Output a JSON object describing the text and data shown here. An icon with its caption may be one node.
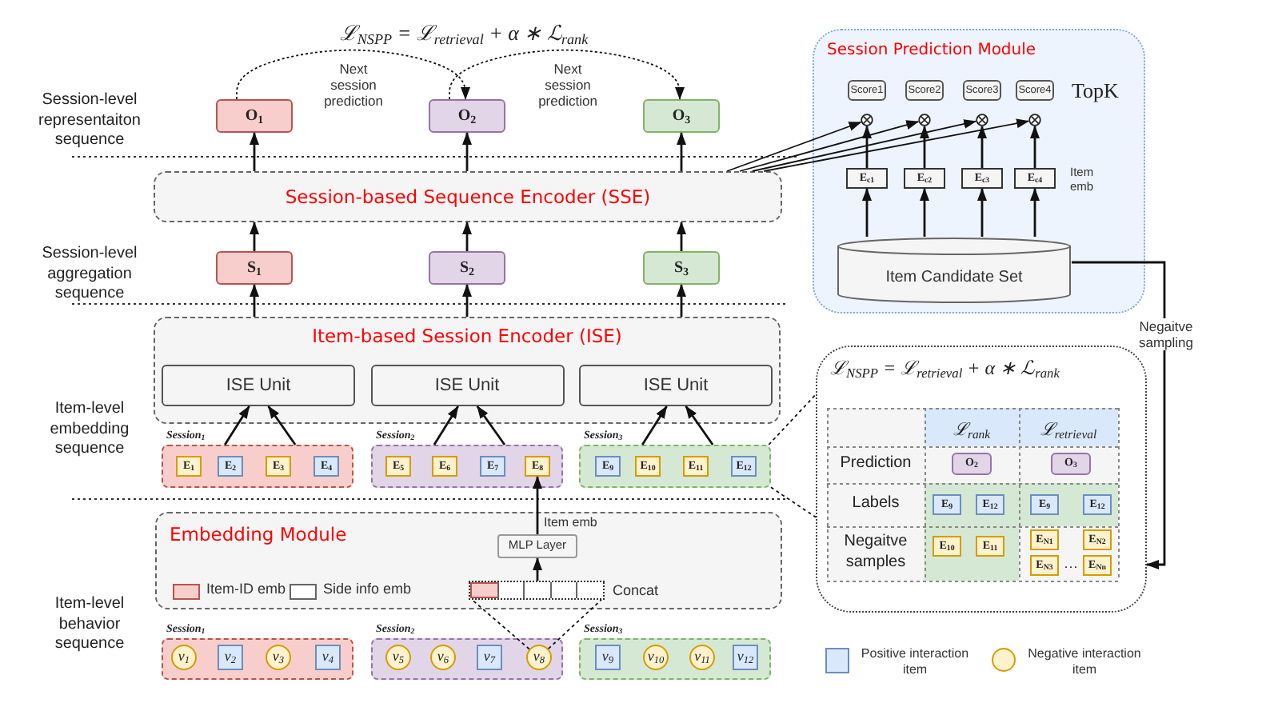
{
  "diagram": {
    "nodes": [
      {
        "text": [
          "O$_{1}$"
        ]
      },
      {
        "text": [
          "O$_{2}$"
        ]
      },
      {
        "text": [
          "O$_{3}$"
        ]
      },
      {
        "text": [
          "Session-based Sequence Encoder (SSE)"
        ]
      },
      {
        "text": [
          "S$_{1}$"
        ]
      },
      {
        "text": [
          "S$_{2}$"
        ]
      },
      {
        "text": [
          "S$_{3}$"
        ]
      },
      {
        "text": [
          "Item-based Session Encoder (ISE)"
        ]
      },
      {
        "text": [
          "ISE Unit"
        ],
        "in": 7
      },
      {
        "text": [
          "ISE Unit"
        ],
        "in": 7
      },
      {
        "text": [
          "ISE Unit"
        ],
        "in": 7
      },
      {
        "text": [
          "Session$_{1}$"
        ]
      },
      {
        "text": [
          "E$_{1}$"
        ],
        "in": 11
      },
      {
        "text": [
          "E$_{2}$"
        ],
        "in": 11
      },
      {
        "text": [
          "E$_{3}$"
        ],
        "in": 11
      },
      {
        "text": [
          "E$_{4}$"
        ],
        "in": 11
      },
      {
        "text": [
          "Session$_{2}$"
        ]
      },
      {
        "text": [
          "E$_{5}$"
        ],
        "in": 16
      },
      {
        "text": [
          "E$_{6}$"
        ],
        "in": 16
      },
      {
        "text": [
          "E$_{7}$"
        ],
        "in": 16
      },
      {
        "text": [
          "E$_{8}$"
        ],
        "in": 16
      },
      {
        "text": [
          "Session$_{3}$"
        ]
      },
      {
        "text": [
          "E$_{9}$"
        ],
        "in": 21
      },
      {
        "text": [
          "E$_{10}$"
        ],
        "in": 21
      },
      {
        "text": [
          "E$_{11}$"
        ],
        "in": 21
      },
      {
        "text": [
          "E$_{12}$"
        ],
        "in": 21
      },
      {
        "text": [
          "Embedding Module"
        ]
      },
      {
        "text": [
          "MLP Layer"
        ],
        "in": 26
      },
      {
        "text": [],
        "shape": "bar",
        "beside": [
          "Concat"
        ],
        "in": 26
      },
      {
        "text": [
          "Session$_{1}$"
        ]
      },
      {
        "text": [
          "v$_{1}$"
        ],
        "in": 29
      },
      {
        "text": [
          "v$_{2}$"
        ],
        "in": 29
      },
      {
        "text": [
          "v$_{3}$"
        ],
        "in": 29
      },
      {
        "text": [
          "v$_{4}$"
        ],
        "in": 29
      },
      {
        "text": [
          "Session$_{2}$"
        ]
      },
      {
        "text": [
          "v$_{5}$"
        ],
        "in": 34
      },
      {
        "text": [
          "v$_{6}$"
        ],
        "in": 34
      },
      {
        "text": [
          "v$_{7}$"
        ],
        "in": 34
      },
      {
        "text": [
          "v$_{8}$"
        ],
        "in": 34
      },
      {
        "text": [
          "Session$_{3}$"
        ]
      },
      {
        "text": [
          "v$_{9}$"
        ],
        "in": 39
      },
      {
        "text": [
          "v$_{10}$"
        ],
        "in": 39
      },
      {
        "text": [
          "v$_{11}$"
        ],
        "in": 39
      },
      {
        "text": [
          "v$_{12}$"
        ],
        "in": 39
      },
      {
        "text": [
          "Session Prediction Module"
        ]
      },
      {
        "text": [
          "Score1"
        ],
        "in": 44
      },
      {
        "text": [
          "Score2"
        ],
        "in": 44
      },
      {
        "text": [
          "Score3"
        ],
        "in": 44
      },
      {
        "text": [
          "Score4"
        ],
        "in": 44
      },
      {
        "text": [],
        "shape": "circle",
        "in": 44
      },
      {
        "text": [],
        "shape": "circle",
        "in": 44
      },
      {
        "text": [],
        "shape": "circle",
        "in": 44
      },
      {
        "text": [],
        "shape": "circle",
        "in": 44
      },
      {
        "text": [
          "E$_{c1}$"
        ],
        "in": 44
      },
      {
        "text": [
          "E$_{c2}$"
        ],
        "in": 44
      },
      {
        "text": [
          "E$_{c3}$"
        ],
        "in": 44
      },
      {
        "text": [
          "E$_{c4}$"
        ],
        "in": 44
      },
      {
        "text": [
          "Item Candidate Set"
        ],
        "in": 44
      },
      {
        "text": [
          "ℒ$_{NSPP}$ = ℒ$_{retrieval}$ + α ∗ ℒ$_{rank}$"
        ]
      },
      {
        "text": [
          "O$_{2}$"
        ],
        "in": 58
      },
      {
        "text": [
          "O$_{3}$"
        ],
        "in": 58
      },
      {
        "text": [
          "E$_{9}$"
        ],
        "in": 58
      },
      {
        "text": [
          "E$_{12}$"
        ],
        "in": 58
      },
      {
        "text": [
          "E$_{9}$"
        ],
        "in": 58
      },
      {
        "text": [
          "E$_{12}$"
        ],
        "in": 58
      },
      {
        "text": [
          "E$_{10}$"
        ],
        "in": 58
      },
      {
        "text": [
          "E$_{11}$"
        ],
        "in": 58
      },
      {
        "text": [
          "E$_{N1}$"
        ],
        "in": 58
      },
      {
        "text": [
          "E$_{N2}$"
        ],
        "in": 58
      },
      {
        "text": [
          "E$_{N3}$"
        ],
        "in": 58
      },
      {
        "text": [
          "E$_{Nn}$"
        ],
        "in": 58
      }
    ],
    "edges": [
      {
        "from": 0,
        "to": 1,
        "arrow": "to",
        "style": "dashed",
        "label": "Next session prediction"
      },
      {
        "from": 1,
        "to": 2,
        "arrow": "to",
        "style": "dashed",
        "label": "Next session prediction"
      },
      {
        "from": 3,
        "to": 0,
        "arrow": "to"
      },
      {
        "from": 3,
        "to": 1,
        "arrow": "to"
      },
      {
        "from": 3,
        "to": 2,
        "arrow": "to"
      },
      {
        "from": 4,
        "to": 3,
        "arrow": "to"
      },
      {
        "from": 5,
        "to": 3,
        "arrow": "to"
      },
      {
        "from": 6,
        "to": 3,
        "arrow": "to"
      },
      {
        "from": 7,
        "to": 4,
        "arrow": "to"
      },
      {
        "from": 7,
        "to": 5,
        "arrow": "to"
      },
      {
        "from": 7,
        "to": 6,
        "arrow": "to"
      },
      {
        "from": 11,
        "to": 8,
        "arrow": "to"
      },
      {
        "from": 11,
        "to": 8,
        "arrow": "to"
      },
      {
        "from": 16,
        "to": 9,
        "arrow": "to"
      },
      {
        "from": 16,
        "to": 9,
        "arrow": "to"
      },
      {
        "from": 21,
        "to": 10,
        "arrow": "to"
      },
      {
        "from": 21,
        "to": 10,
        "arrow": "to"
      },
      {
        "from": 27,
        "to": 20,
        "arrow": "to",
        "label": "Item emb"
      },
      {
        "from": 28,
        "to": 27,
        "arrow": "to"
      },
      {
        "from": 38,
        "to": 28,
        "arrow": "none",
        "style": "dashed"
      },
      {
        "from": 38,
        "to": 28,
        "arrow": "none",
        "style": "dashed"
      },
      {
        "from": 3,
        "to": 49,
        "arrow": "to"
      },
      {
        "from": 3,
        "to": 50,
        "arrow": "to"
      },
      {
        "from": 3,
        "to": 51,
        "arrow": "to"
      },
      {
        "from": 3,
        "to": 52,
        "arrow": "to"
      },
      {
        "from": 53,
        "to": 49,
        "arrow": "to"
      },
      {
        "from": 54,
        "to": 50,
        "arrow": "to"
      },
      {
        "from": 55,
        "to": 51,
        "arrow": "to"
      },
      {
        "from": 56,
        "to": 52,
        "arrow": "to"
      },
      {
        "from": 57,
        "to": 53,
        "arrow": "to"
      },
      {
        "from": 57,
        "to": 54,
        "arrow": "to"
      },
      {
        "from": 57,
        "to": 55,
        "arrow": "to"
      },
      {
        "from": 57,
        "to": 56,
        "arrow": "to"
      },
      {
        "from": 21,
        "to": 58,
        "arrow": "none",
        "style": "dashed"
      },
      {
        "from": 21,
        "to": 58,
        "arrow": "none",
        "style": "dashed"
      },
      {
        "from": 57,
        "to": 58,
        "arrow": "to",
        "label": "Negaitve sampling"
      }
    ],
    "labels": [
      "ℒ$_{NSPP}$ = ℒ$_{retrieval}$ + α ∗ ℒ$_{rank}$",
      "Session-level representaiton sequence",
      "Session-level aggregation sequence",
      "Item-level embedding sequence",
      "Item-level behavior sequence",
      "TopK",
      "Item emb",
      "ℒ$_{rank}$",
      "ℒ$_{retrieval}$",
      "Prediction",
      "Labels",
      "Negaitve samples",
      "···"
    ],
    "legend": [
      {
        "text": "Item-ID emb",
        "color": "#f8cecc"
      },
      {
        "text": "Side info emb",
        "color": "#ffffff"
      },
      {
        "text": "Positive interaction item"
      },
      {
        "text": "Negative interaction item"
      }
    ]
  }
}
